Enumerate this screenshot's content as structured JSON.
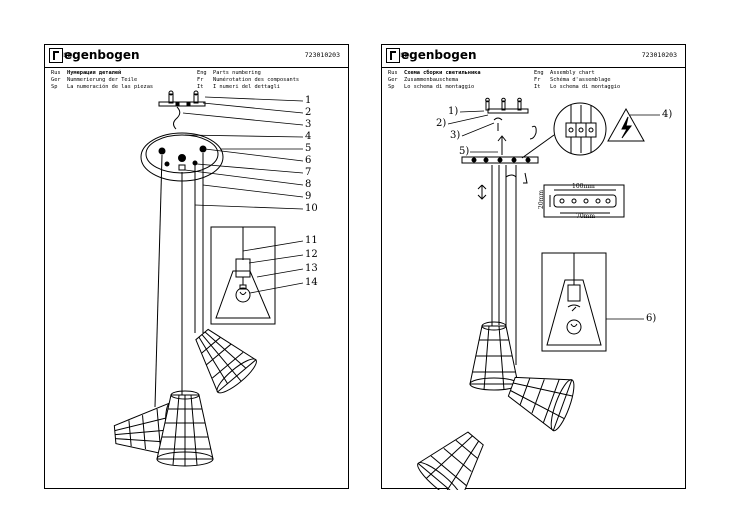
{
  "brand": {
    "logo_text": "egenbogen",
    "logo_small": "ISD"
  },
  "left": {
    "code": "723010203",
    "rows": [
      {
        "key": "Rus",
        "text": "Нумерация деталей",
        "bold": true
      },
      {
        "key": "Ger",
        "text": "Nummerierung der Teile"
      },
      {
        "key": "Sp",
        "text": "La numeración de las piezas"
      }
    ],
    "rows_r": [
      {
        "key": "Eng",
        "text": "Parts numbering"
      },
      {
        "key": "Fr",
        "text": "Numérotation des composants"
      },
      {
        "key": "It",
        "text": "I numeri del dettagli"
      }
    ],
    "callouts": [
      "1",
      "2",
      "3",
      "4",
      "5",
      "6",
      "7",
      "8",
      "9",
      "10",
      "11",
      "12",
      "13",
      "14"
    ]
  },
  "right": {
    "code": "723010203",
    "rows": [
      {
        "key": "Rus",
        "text": "Схема сборки светильника",
        "bold": true
      },
      {
        "key": "Ger",
        "text": "Zusammenbauschema"
      },
      {
        "key": "Sp",
        "text": "Lo schema di montaggio"
      }
    ],
    "rows_r": [
      {
        "key": "Eng",
        "text": "Assembly chart"
      },
      {
        "key": "Fr",
        "text": "Schéma d'assemblage"
      },
      {
        "key": "It",
        "text": "Lo schema di montaggio"
      }
    ],
    "steps": [
      "1)",
      "2)",
      "3)",
      "4)",
      "5)",
      "6)"
    ],
    "dims": {
      "width": "100mm",
      "inner": "70mm",
      "height": "20mm"
    }
  }
}
